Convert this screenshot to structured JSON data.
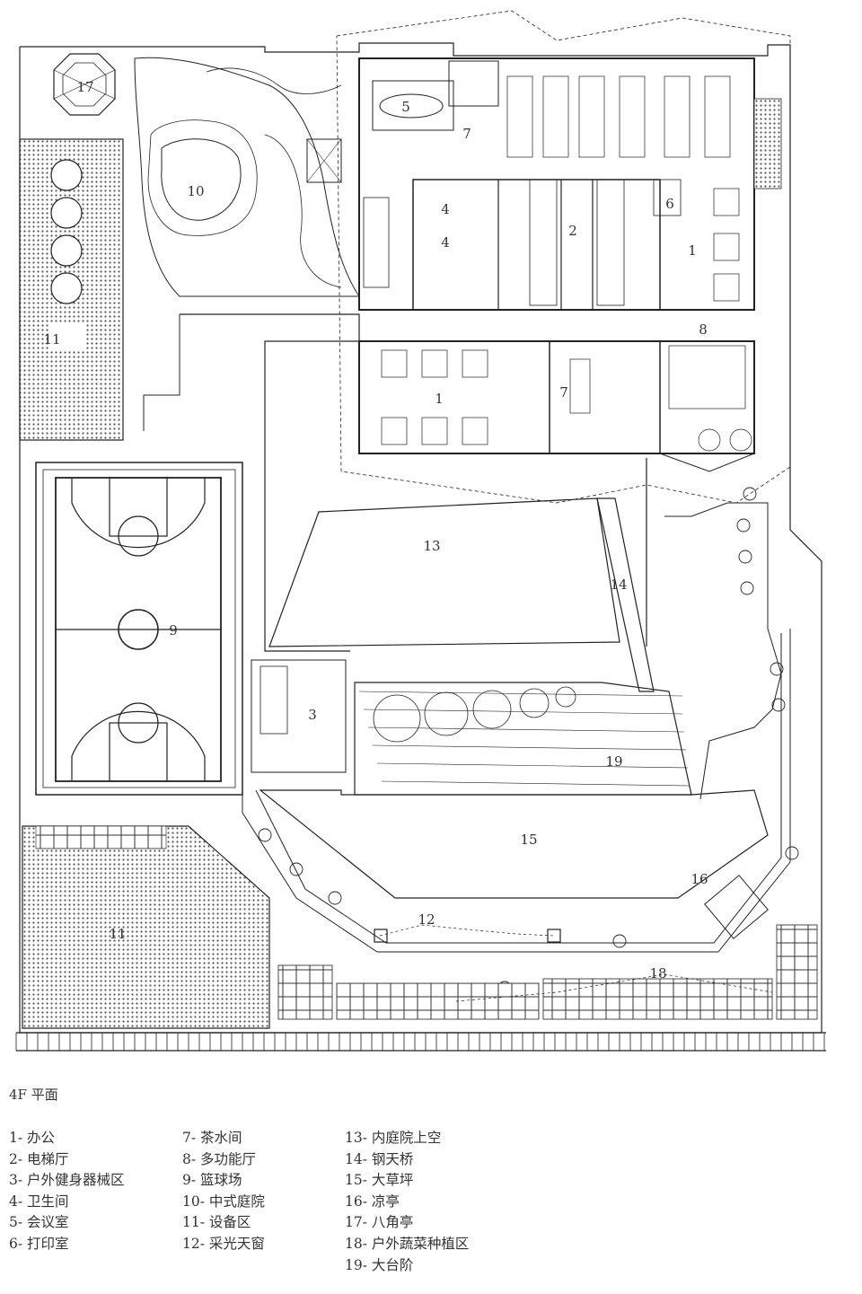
{
  "plan": {
    "area_labels": [
      {
        "id": "a17",
        "text": "17"
      },
      {
        "id": "a10",
        "text": "10"
      },
      {
        "id": "a5",
        "text": "5"
      },
      {
        "id": "a7top",
        "text": "7"
      },
      {
        "id": "a1right",
        "text": "1"
      },
      {
        "id": "a6",
        "text": "6"
      },
      {
        "id": "a4a",
        "text": "4"
      },
      {
        "id": "a4b",
        "text": "4"
      },
      {
        "id": "a2",
        "text": "2"
      },
      {
        "id": "a11top",
        "text": "11"
      },
      {
        "id": "a8",
        "text": "8"
      },
      {
        "id": "a1mid",
        "text": "1"
      },
      {
        "id": "a7mid",
        "text": "7"
      },
      {
        "id": "a13",
        "text": "13"
      },
      {
        "id": "a14",
        "text": "14"
      },
      {
        "id": "a9",
        "text": "9"
      },
      {
        "id": "a3",
        "text": "3"
      },
      {
        "id": "a19",
        "text": "19"
      },
      {
        "id": "a15",
        "text": "15"
      },
      {
        "id": "a16",
        "text": "16"
      },
      {
        "id": "a12",
        "text": "12"
      },
      {
        "id": "a11bottom",
        "text": "11"
      },
      {
        "id": "a18",
        "text": "18"
      }
    ]
  },
  "caption": {
    "title": "4F 平面",
    "legend": [
      [
        "1- 办公",
        "2- 电梯厅",
        "3- 户外健身器械区",
        "4- 卫生间",
        "5- 会议室",
        "6- 打印室"
      ],
      [
        "7- 茶水间",
        "8- 多功能厅",
        "9- 篮球场",
        "10- 中式庭院",
        "11- 设备区",
        "12- 采光天窗"
      ],
      [
        "13- 内庭院上空",
        "14- 钢天桥",
        "15- 大草坪",
        "16- 凉亭",
        "17- 八角亭",
        "18- 户外蔬菜种植区",
        "19- 大台阶"
      ]
    ]
  }
}
